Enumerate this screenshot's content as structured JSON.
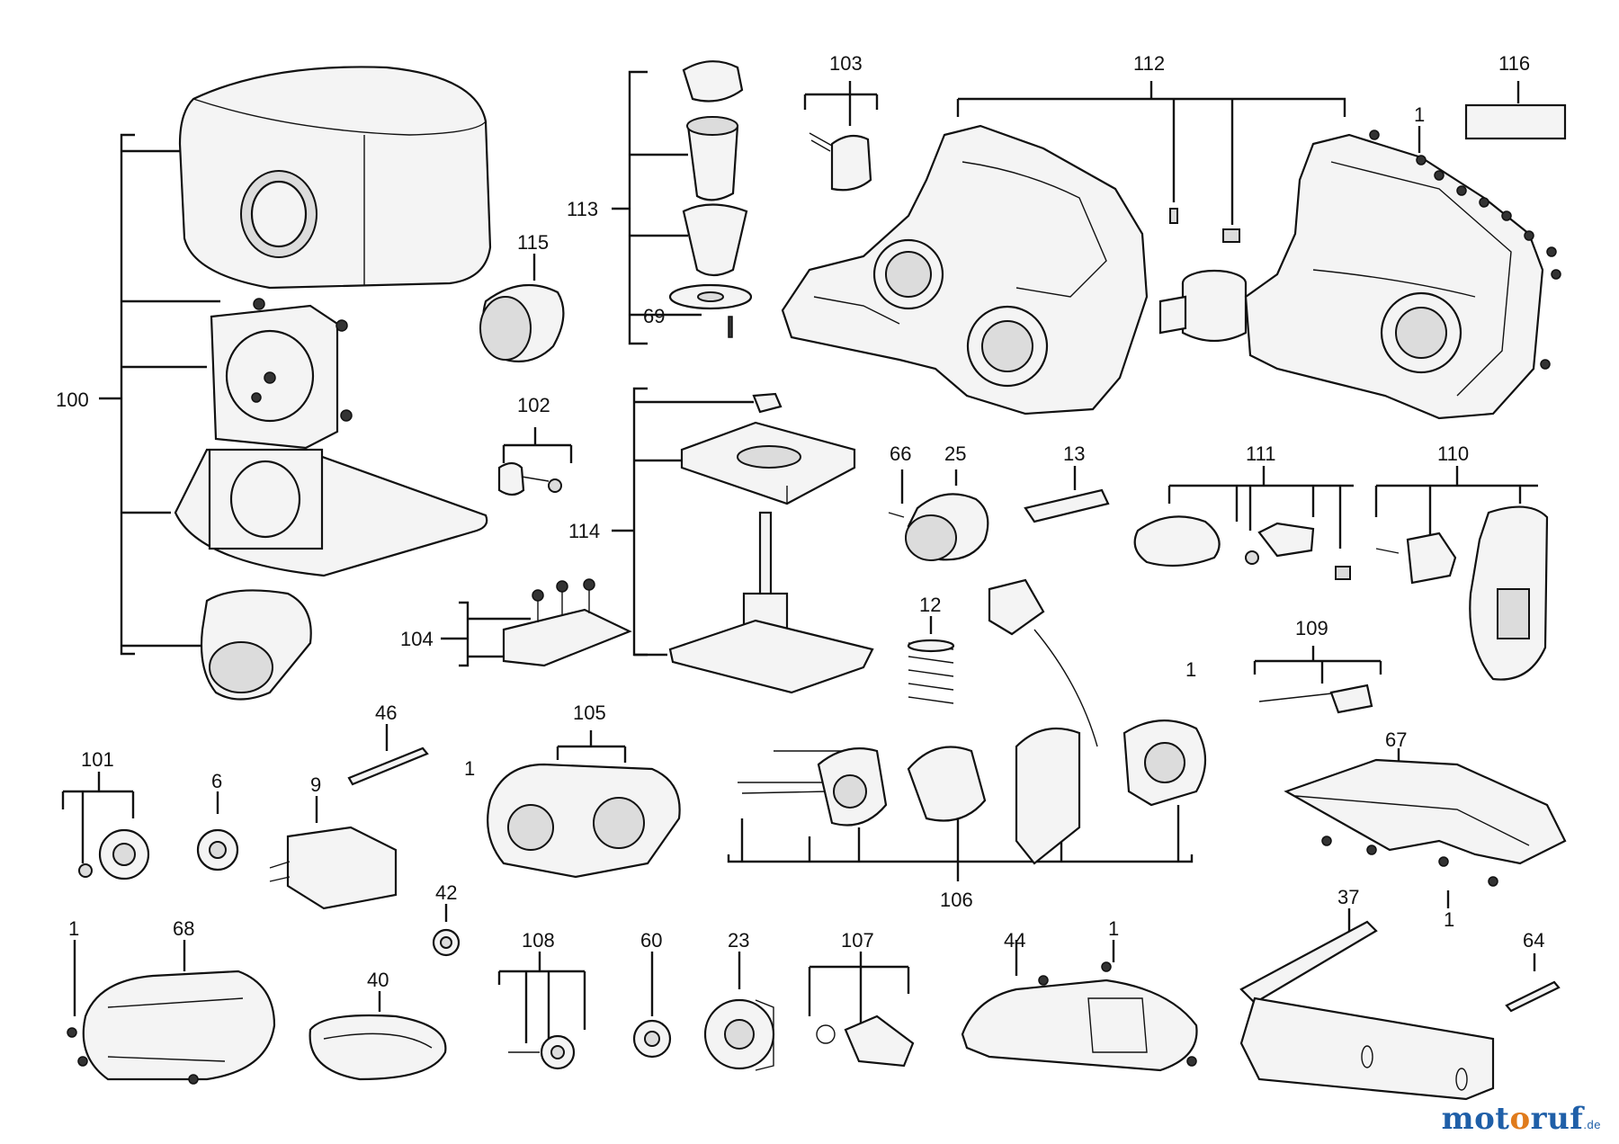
{
  "diagram": {
    "labels": [
      "100",
      "115",
      "113",
      "69",
      "103",
      "112",
      "116",
      "1",
      "102",
      "114",
      "66",
      "25",
      "13",
      "111",
      "110",
      "104",
      "12",
      "109",
      "46",
      "105",
      "101",
      "6",
      "9",
      "106",
      "67",
      "42",
      "1",
      "68",
      "40",
      "108",
      "60",
      "23",
      "107",
      "44",
      "37",
      "64",
      "1",
      "1",
      "1",
      "1"
    ]
  },
  "watermark": {
    "part1": "mot",
    "part2": "o",
    "part3": "ruf",
    "tld": ".de"
  }
}
